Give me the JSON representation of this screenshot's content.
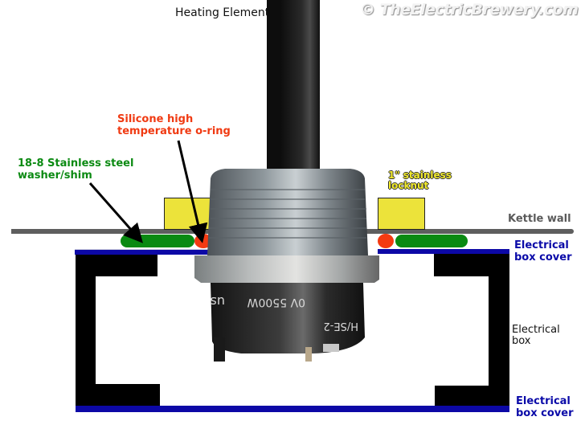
{
  "watermark": "© TheElectricBrewery.com",
  "labels": {
    "heating_element": "Heating Element",
    "oring_line1": "Silicone high",
    "oring_line2": "temperature o-ring",
    "washer_line1": "18-8 Stainless steel",
    "washer_line2": "washer/shim",
    "locknut_line1": "1\" stainless",
    "locknut_line2": "locknut",
    "kettle_wall": "Kettle wall",
    "cover_top_line1": "Electrical",
    "cover_top_line2": "box cover",
    "box_line1": "Electrical",
    "box_line2": "box",
    "cover_bot_line1": "Electrical",
    "cover_bot_line2": "box cover"
  },
  "element_markings": {
    "rating": "0V 5500W",
    "model": "H/SE-2",
    "cert": "us"
  },
  "colors": {
    "oring": "#f43a12",
    "washer": "#0a8a12",
    "locknut": "#ece33a",
    "kettle_wall": "#5e5e5e",
    "box_cover": "#0c08a6",
    "electrical_box": "#000000"
  }
}
